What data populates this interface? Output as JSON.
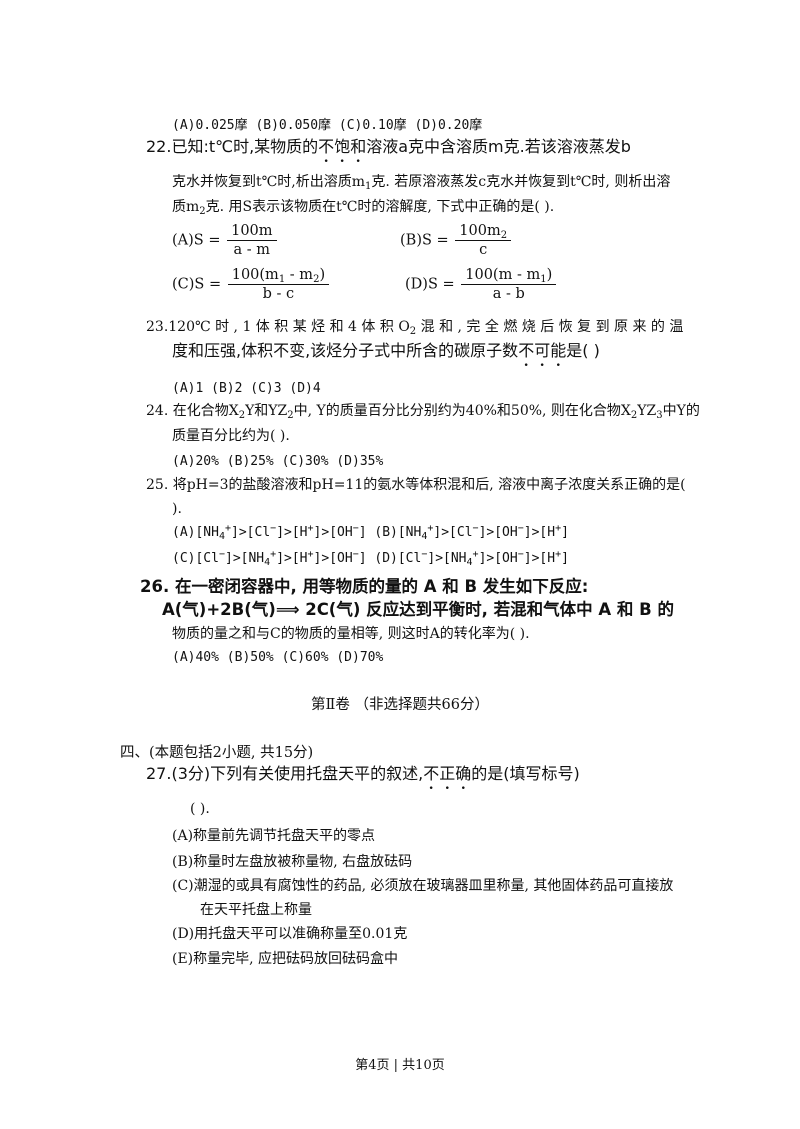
{
  "q21_options": "(A)0.025摩 (B)0.050摩   (C)0.10摩    (D)0.20摩",
  "q22": {
    "line1_a": "22.已知:t℃时,某物质的",
    "line1_emph": [
      "不",
      "饱",
      "和"
    ],
    "line1_b": "溶液a克中含溶质m克.若该溶液蒸发b",
    "line2_a": "克水并恢复到t℃时,析出溶质m",
    "line2_sub": "1",
    "line2_b": "克. 若原溶液蒸发c克水并恢复到t℃时, 则析出溶",
    "line3_a": "质m",
    "line3_sub": "2",
    "line3_b": "克. 用S表示该物质在t℃时的溶解度, 下式中正确的是(        ).",
    "optA_label": "(A)S =",
    "optA_num": "100m",
    "optA_den": "a - m",
    "optB_label": "(B)S =",
    "optB_num": "100m",
    "optB_num_sub": "2",
    "optB_den": "c",
    "optC_label": "(C)S =",
    "optC_num_a": "100(m",
    "optC_num_sub1": "1",
    "optC_num_b": " - m",
    "optC_num_sub2": "2",
    "optC_num_c": ")",
    "optC_den": "b - c",
    "optD_label": "(D)S =",
    "optD_num_a": "100(m - m",
    "optD_num_sub": "1",
    "optD_num_b": ")",
    "optD_den": "a - b"
  },
  "q23": {
    "line1_a": "23.120℃ 时 , 1 体 积 某 烃 和 4 体 积 O",
    "line1_sub": "2",
    "line1_b": " 混 和 , 完 全 燃 烧 后 恢 复 到 原 来 的 温",
    "line2_a": "度和压强,体积不变,该烃分子式中所含的碳原子数",
    "line2_emph": [
      "不",
      "可",
      "能"
    ],
    "line2_b": "是(    )",
    "options": "(A)1    (B)2 (C)3 (D)4"
  },
  "q24": {
    "line1_a": "24. 在化合物X",
    "line1_sub1": "2",
    "line1_b": "Y和YZ",
    "line1_sub2": "2",
    "line1_c": "中, Y的质量百分比分别约为40%和50%, 则在化合物X",
    "line1_sub3": "2",
    "line1_d": "YZ",
    "line1_sub4": "3",
    "line1_e": "中Y的",
    "line2": "质量百分比约为(        ).",
    "options": "(A)20% (B)25%   (C)30%   (D)35%"
  },
  "q25": {
    "line1": "25. 将pH=3的盐酸溶液和pH=11的氨水等体积混和后, 溶液中离子浓度关系正确的是(",
    "line2": ").",
    "optA": "(A)[NH",
    "optA_sub": "4",
    "optA_sup": "+",
    "optA_b": "]>[Cl",
    "optA_sup2": "−",
    "optA_c": "]>[H",
    "optA_sup3": "+",
    "optA_d": "]>[OH",
    "optA_sup4": "−",
    "optA_e": "]",
    "optB": " (B)[NH",
    "optB_sub": "4",
    "optB_sup": "+",
    "optB_b": "]>[Cl",
    "optB_sup2": "−",
    "optB_c": "]>[OH",
    "optB_sup3": "−",
    "optB_d": "]>[H",
    "optB_sup4": "+",
    "optB_e": "]",
    "optC": "(C)[Cl",
    "optC_sup": "−",
    "optC_b": "]>[NH",
    "optC_sub": "4",
    "optC_sup2": "+",
    "optC_c": "]>[H",
    "optC_sup3": "+",
    "optC_d": "]>[OH",
    "optC_sup4": "−",
    "optC_e": "]",
    "optD": " (D)[Cl",
    "optD_sup": "−",
    "optD_b": "]>[NH",
    "optD_sub": "4",
    "optD_sup2": "+",
    "optD_c": "]>[OH",
    "optD_sup3": "−",
    "optD_d": "]>[H",
    "optD_sup4": "+",
    "optD_e": "]"
  },
  "q26": {
    "line1": "26. 在一密闭容器中, 用等物质的量的 A 和 B 发生如下反应:",
    "line2": "A(气)+2B(气)⟹ 2C(气) 反应达到平衡时, 若混和气体中 A 和 B 的",
    "line3": "物质的量之和与C的物质的量相等, 则这时A的转化率为(        ).",
    "options": "(A)40% (B)50%   (C)60%   (D)70%"
  },
  "section2": "第Ⅱ卷 （非选择题共66分）",
  "section4_head": "四、(本题包括2小题, 共15分)",
  "q27": {
    "line1_a": "27.(3分)下列有关使用托盘天平的叙述,",
    "line1_emph": [
      "不",
      "正",
      "确"
    ],
    "line1_b": "的是(填写标号)",
    "blank": "(        ).",
    "items": [
      "(A)称量前先调节托盘天平的零点",
      "(B)称量时左盘放被称量物, 右盘放砝码",
      "(C)潮湿的或具有腐蚀性的药品, 必须放在玻璃器皿里称量, 其他固体药品可直接放",
      "在天平托盘上称量",
      "(D)用托盘天平可以准确称量至0.01克",
      "(E)称量完毕, 应把砝码放回砝码盒中"
    ]
  },
  "footer": "第4页  | 共10页"
}
